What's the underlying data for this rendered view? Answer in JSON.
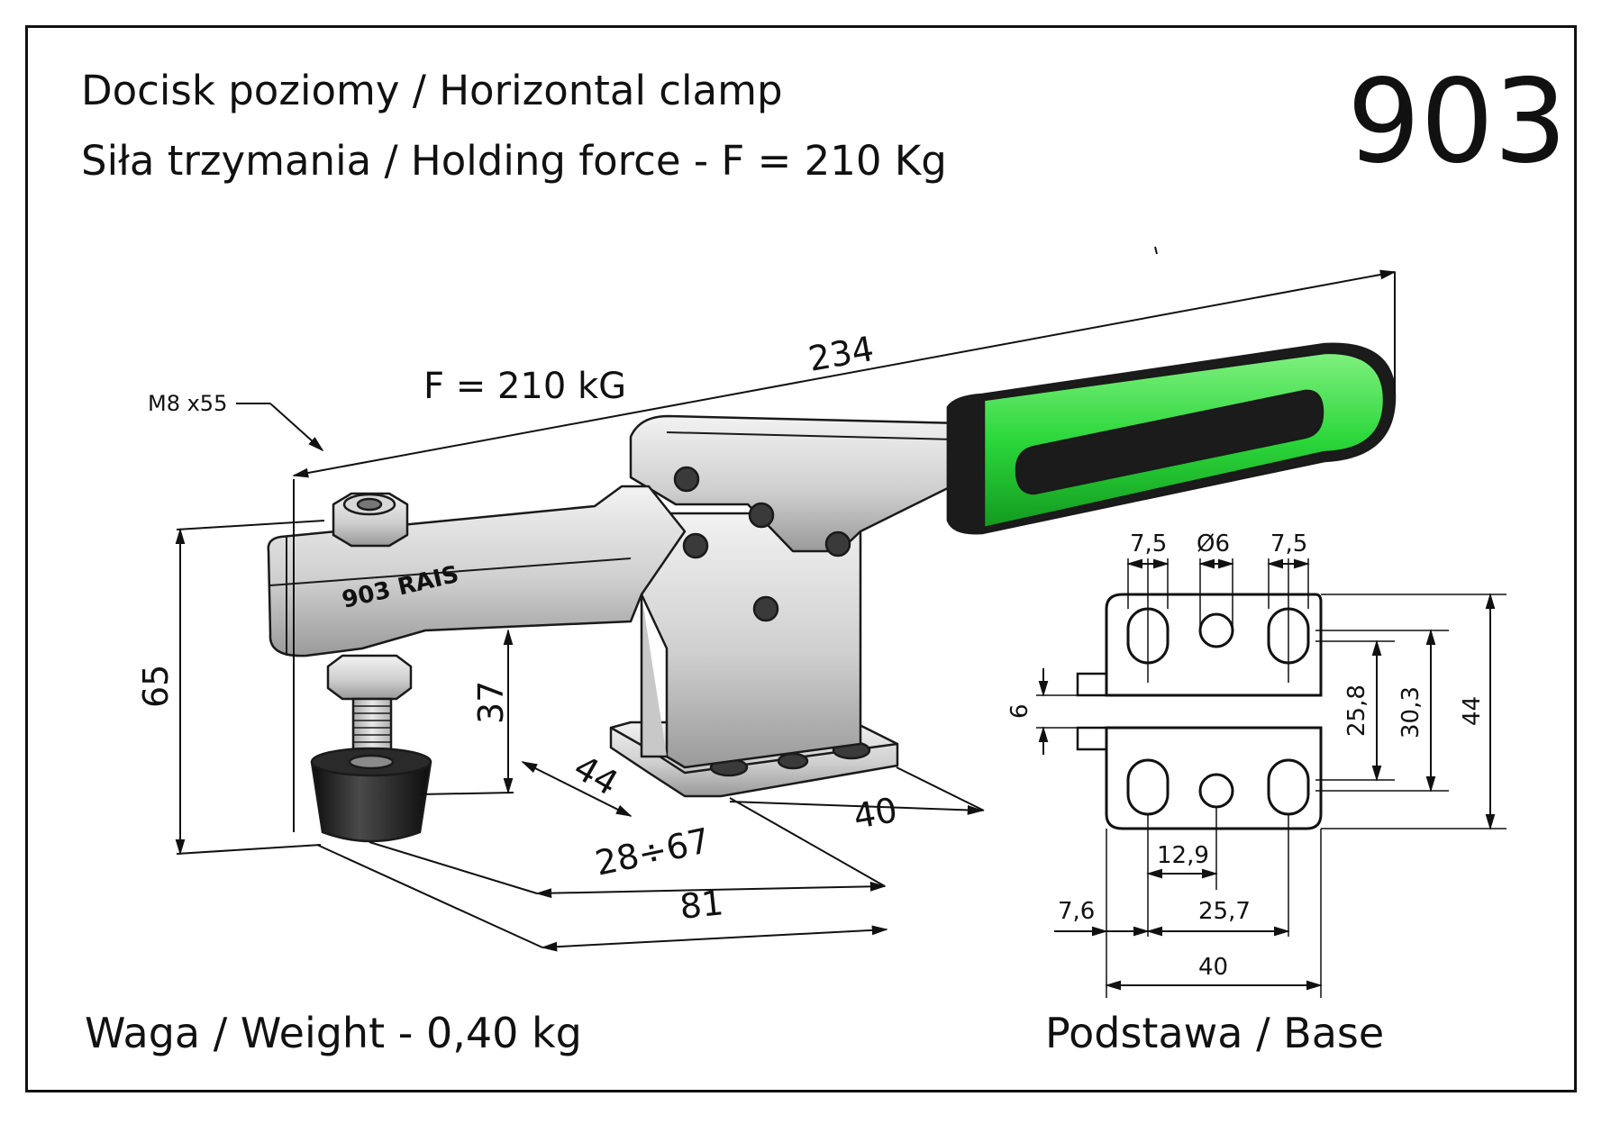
{
  "header": {
    "title": "Docisk poziomy / Horizontal clamp",
    "force_line": "Siła trzymania / Holding force - F = 210 Kg",
    "model_number": "903"
  },
  "drawing": {
    "screw_callout": "M8 x55",
    "force_label": "F = 210 kG",
    "body_marking": "903 RAIS",
    "dims": {
      "overall_length": "234",
      "height": "65",
      "spindle_height": "37",
      "base_depth": "44",
      "base_width": "40",
      "spindle_range": "28÷67",
      "reach": "81"
    }
  },
  "base_view": {
    "label": "Podstawa / Base",
    "dims": {
      "slot_left": "7,5",
      "hole_dia": "Ø6",
      "slot_right": "7,5",
      "gap": "6",
      "pitch_inner": "25,8",
      "pitch_outer": "30,3",
      "overall": "44",
      "center_offset": "12,9",
      "edge_offset": "7,6",
      "slot_pitch": "25,7",
      "width": "40"
    }
  },
  "footer": {
    "weight": "Waga / Weight - 0,40 kg"
  },
  "colors": {
    "line": "#111111",
    "metal_light": "#e6e6e6",
    "metal_mid": "#b5b5b5",
    "metal_dark": "#6e6e6e",
    "handle_green": "#2bd73a",
    "grip_dark": "#1b1b1b"
  }
}
